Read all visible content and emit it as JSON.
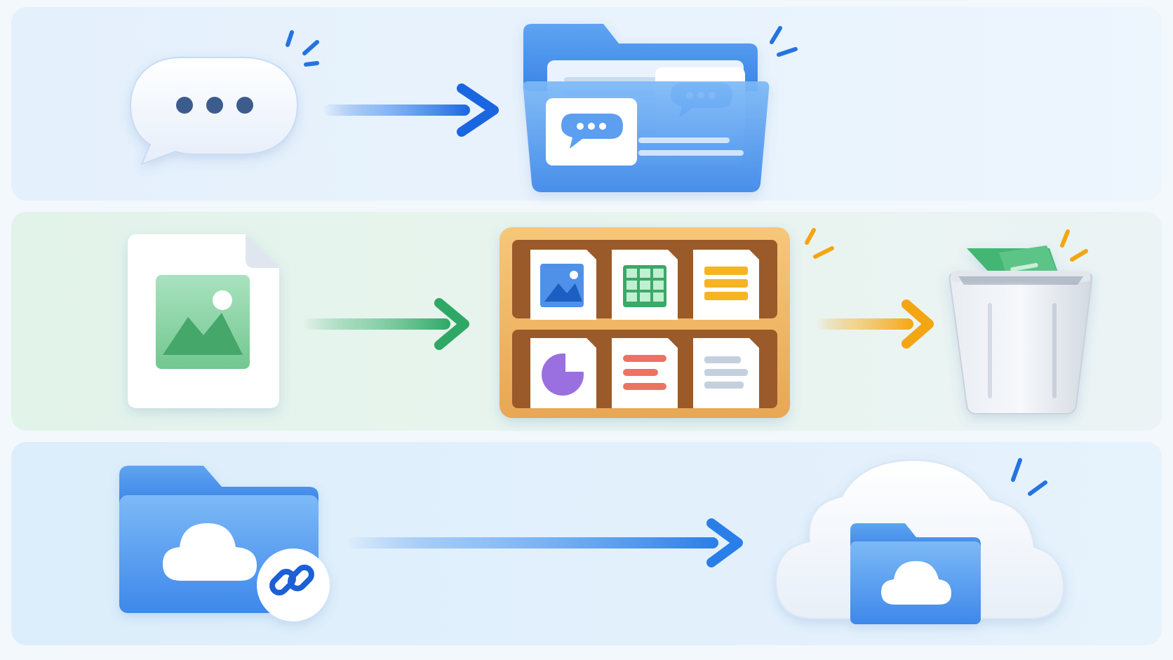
{
  "diagram": {
    "rows": [
      {
        "id": "chat-archive",
        "source_icon": "speech-bubble-icon",
        "target_icon": "folder-with-chat-icon",
        "arrow_color": "#1a66e0",
        "panel_color": "#e6f1fc"
      },
      {
        "id": "file-sort-delete",
        "source_icon": "image-file-icon",
        "target_icon": "file-shelf-icon",
        "second_arrow_color": "#f4a512",
        "second_target_icon": "trash-bin-icon",
        "arrow_color": "#2fa866",
        "panel_color": "#e4f3eb"
      },
      {
        "id": "cloud-share",
        "source_icon": "cloud-folder-link-icon",
        "target_icon": "cloud-storage-icon",
        "arrow_color": "#2a7ee8",
        "panel_color": "#dfeffb"
      }
    ]
  }
}
